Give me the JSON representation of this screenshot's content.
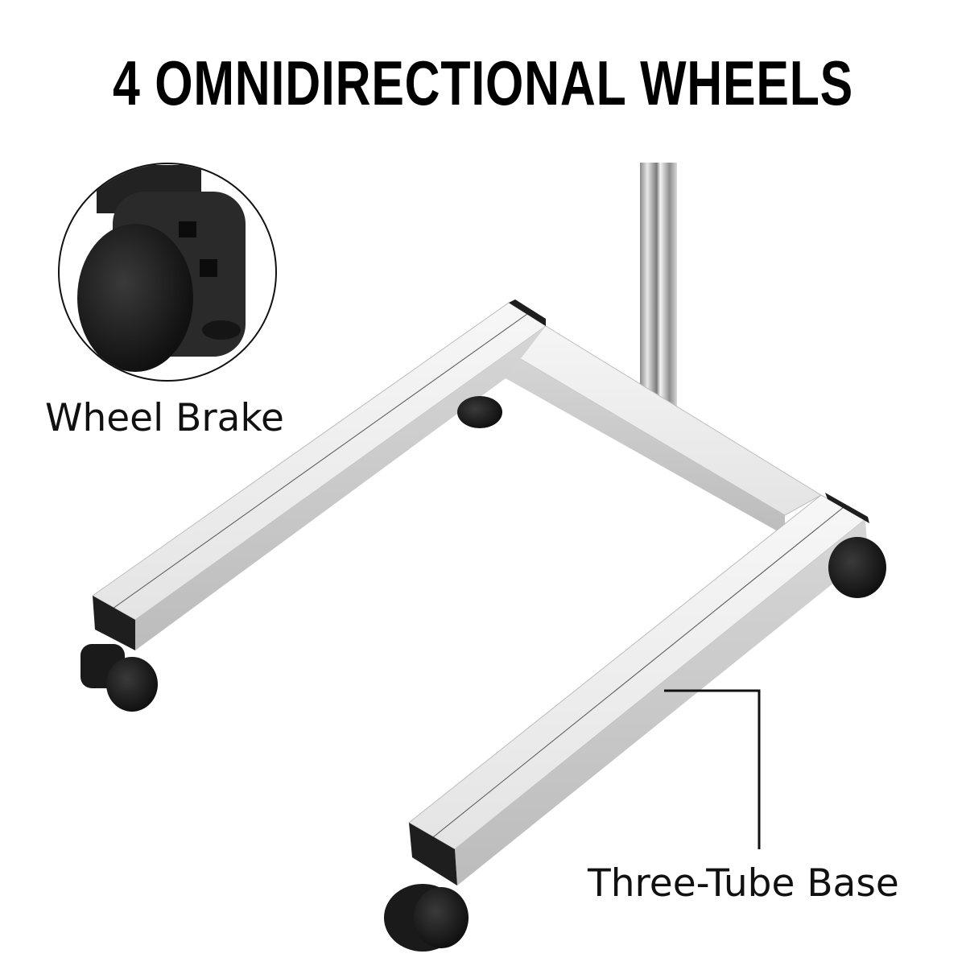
{
  "headline": "4 OMNIDIRECTIONAL WHEELS",
  "callouts": {
    "wheel_brake": "Wheel Brake",
    "three_tube_base": "Three-Tube Base"
  },
  "colors": {
    "background": "#ffffff",
    "text": "#000000",
    "tube_light": "#f2f2f2",
    "tube_shadow": "#c9c9c9",
    "wheel": "#1e1e1e"
  }
}
